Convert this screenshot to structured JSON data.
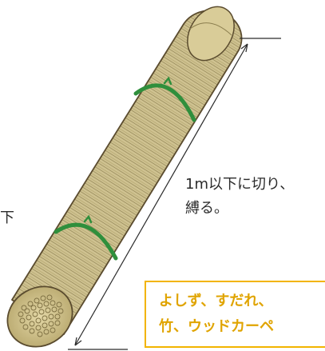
{
  "left_text": "下",
  "dimension_label": {
    "line1": "1m以下に切り、",
    "line2": "縛る。"
  },
  "note_box": {
    "line1": "よしず、すだれ、",
    "line2": "竹、ウッドカーペ"
  },
  "colors": {
    "reed": "#c8bb84",
    "reed_stripe": "#8c7f4f",
    "outline": "#5a4b2e",
    "tie": "#2f8f3c",
    "note_border": "#f2b400",
    "note_text": "#e0a400"
  }
}
